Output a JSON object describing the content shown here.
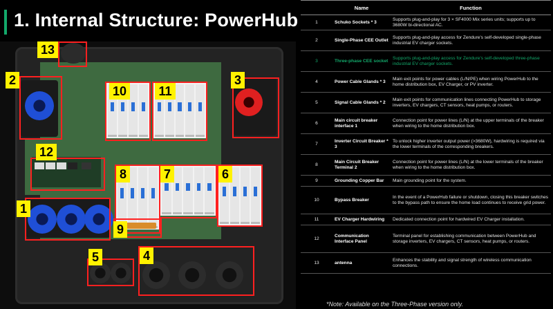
{
  "header": {
    "title": "1. Internal Structure: PowerHub"
  },
  "callouts": [
    "1",
    "2",
    "3",
    "4",
    "5",
    "6",
    "7",
    "8",
    "9",
    "10",
    "11",
    "12",
    "13"
  ],
  "table": {
    "headers": [
      "",
      "Name",
      "Function"
    ],
    "rows": [
      {
        "no": "1",
        "name": "Schuko Sockets * 3",
        "func": "Supports plug-and-play for 3 × SF4000 Mix series units; supports up to 3680W bi-directional AC."
      },
      {
        "no": "2",
        "name": "Single-Phase CEE Outlet",
        "func": "Supports plug-and-play access for Zendure's self-developed single-phase industrial EV charger sockets."
      },
      {
        "no": "3",
        "name": "Three-phase CEE socket",
        "func": "Supports plug-and-play access for Zendure's self-developed three-phase industrial EV charger sockets."
      },
      {
        "no": "4",
        "name": "Power Cable Glands * 3",
        "func": "Main exit points for power cables (L/N/PE) when wiring PowerHub to the home distribution box, EV Charger, or PV inverter."
      },
      {
        "no": "5",
        "name": "Signal Cable Glands * 2",
        "func": "Main exit points for communication lines connecting PowerHub to storage inverters, EV chargers, CT sensors, heat pumps, or routers."
      },
      {
        "no": "6",
        "name": "Main circuit breaker interface 1",
        "func": "Connection point for power lines (L/N) at the upper terminals of the breaker when wiring to the home distribution box."
      },
      {
        "no": "7",
        "name": "Inverter Circuit Breaker * 3",
        "func": "To unlock higher inverter output power (>3680W), hardwiring is required via the lower terminals of the corresponding breakers."
      },
      {
        "no": "8",
        "name": "Main Circuit Breaker Terminal 2",
        "func": "Connection point for power lines (L/N) at the lower terminals of the breaker when wiring to the home distribution box."
      },
      {
        "no": "9",
        "name": "Grounding Copper Bar",
        "func": "Main grounding point for the system."
      },
      {
        "no": "10",
        "name": "Bypass Breaker",
        "func": "In the event of a PowerHub failure or shutdown, closing this breaker switches to the bypass path to ensure the home load continues to receive grid power."
      },
      {
        "no": "11",
        "name": "EV Charger Hardwiring",
        "func": "Dedicated connection point for hardwired EV Charger installation."
      },
      {
        "no": "12",
        "name": "Communication Interface Panel",
        "func": "Terminal panel for establishing communication between PowerHub and storage inverters, EV chargers, CT sensors, heat pumps, or routers."
      },
      {
        "no": "13",
        "name": "antenna",
        "func": "Enhances the stability and signal strength of wireless communication connections."
      }
    ]
  },
  "footnote": "*Note: Available on the Three-Phase version only.",
  "colors": {
    "accent": "#13a96b",
    "callout_border": "#ff2020",
    "callout_label": "#fff200"
  }
}
